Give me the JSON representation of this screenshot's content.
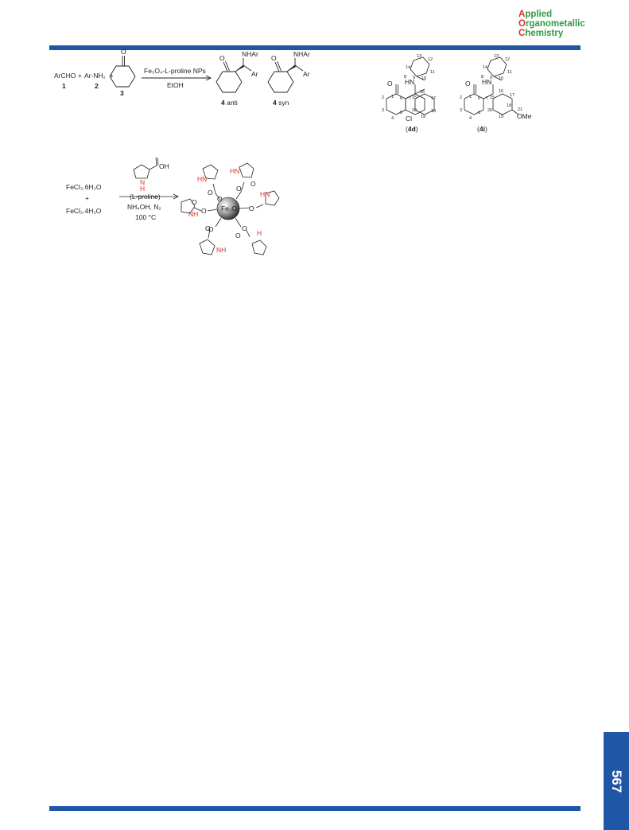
{
  "journal": {
    "line1_cap": "A",
    "line1_rest": "pplied",
    "line2_cap": "O",
    "line2_rest": "rganometallic",
    "line3_cap": "C",
    "line3_rest": "hemistry"
  },
  "page_number": "567",
  "scheme1": {
    "reactant1": "ArCHO",
    "reactant1_num": "1",
    "plus1": "+",
    "reactant2": "Ar-NH₂",
    "reactant2_num": "2",
    "plus2": "+",
    "reactant3_num": "3",
    "ketone_o": "O",
    "catalyst": "Fe₃O₄-L-proline NPs",
    "solvent": "EtOH",
    "anti_sub": "NHAr",
    "anti_ar": "Ar",
    "anti_o": "O",
    "anti_num": "4",
    "anti_label": "anti",
    "syn_sub": "NHAr",
    "syn_ar": "Ar",
    "syn_o": "O",
    "syn_num": "4",
    "syn_label": "syn"
  },
  "structures": {
    "s4d_label_num": "4d",
    "s4d_cl": "Cl",
    "s4d_hn": "HN",
    "s4d_o": "O",
    "s4i_label_num": "4i",
    "s4i_ome": "OMe",
    "s4i_hn": "HN",
    "s4i_o": "O",
    "atom_numbers": [
      "1",
      "2",
      "3",
      "4",
      "5",
      "6",
      "7",
      "8",
      "9",
      "10",
      "11",
      "12",
      "13",
      "14",
      "15",
      "16",
      "17",
      "18",
      "19",
      "20",
      "21"
    ]
  },
  "scheme2": {
    "reagent1": "FeCl₃.6H₂O",
    "plus": "+",
    "reagent2": "FeCl₂.4H₂O",
    "proline_label": "(L-proline)",
    "proline_oh": "OH",
    "proline_nh": "N",
    "proline_h": "H",
    "conditions1": "NH₄OH, N₂",
    "conditions2": "100 °C",
    "core": "Fe₃O₄",
    "nh": "NH",
    "hn": "HN",
    "o": "O"
  }
}
